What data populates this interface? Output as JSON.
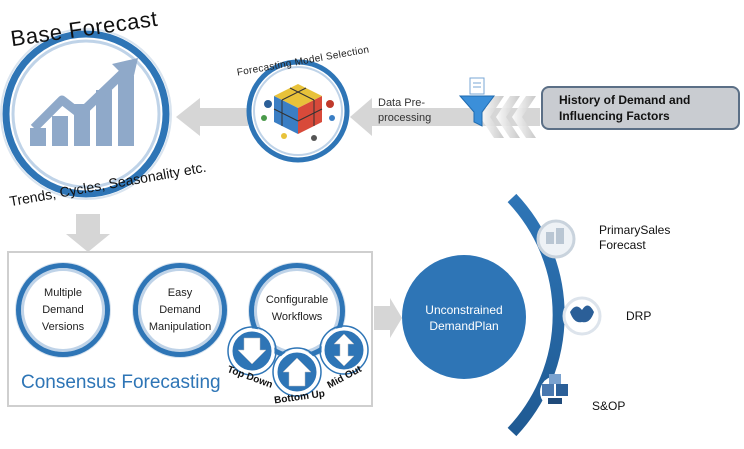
{
  "base_forecast": {
    "title": "Base Forecast",
    "arc_label": "Trends, Cycles, Seasonality etc."
  },
  "model_selection": {
    "arc_label": "Forecasting Model Selection"
  },
  "preprocessing": {
    "label_line1": "Data Pre-",
    "label_line2": "processing"
  },
  "history": {
    "line1": "History of Demand and",
    "line2": "Influencing Factors"
  },
  "consensus": {
    "title": "Consensus Forecasting",
    "circles": [
      {
        "line1": "Multiple",
        "line2": "Demand",
        "line3": "Versions"
      },
      {
        "line1": "Easy",
        "line2": "Demand",
        "line3": "Manipulation"
      },
      {
        "line1": "Configurable",
        "line2": "Workflows"
      }
    ],
    "arrows": {
      "top_down": "Top Down",
      "bottom_up": "Bottom Up",
      "mid_out": "Mid Out"
    }
  },
  "unconstrained": {
    "line1": "Unconstrained",
    "line2": "DemandPlan"
  },
  "outputs": [
    {
      "line1": "PrimarySales",
      "line2": "Forecast"
    },
    {
      "line1": "DRP",
      "line2": ""
    },
    {
      "line1": "S&OP",
      "line2": ""
    }
  ],
  "colors": {
    "blue": "#2e75b6",
    "grey_arrow": "#d3d3d3",
    "history_fill": "#c9ccd1"
  }
}
